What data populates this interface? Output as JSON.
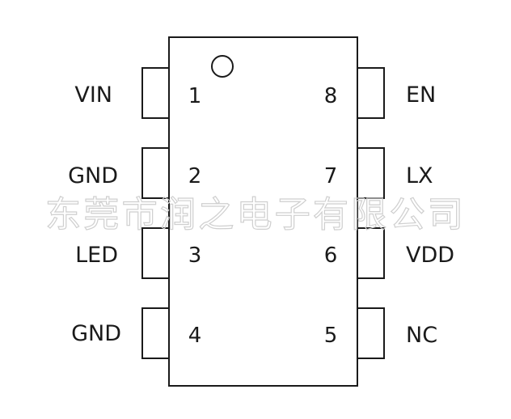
{
  "pins": [
    {
      "number": "1",
      "name": "VIN"
    },
    {
      "number": "2",
      "name": "GND"
    },
    {
      "number": "3",
      "name": "LED"
    },
    {
      "number": "4",
      "name": "GND"
    },
    {
      "number": "5",
      "name": "NC"
    },
    {
      "number": "6",
      "name": "VDD"
    },
    {
      "number": "7",
      "name": "LX"
    },
    {
      "number": "8",
      "name": "EN"
    }
  ],
  "watermark": "东莞市润之电子有限公司",
  "colors": {
    "stroke": "#1a1a1a",
    "watermark": "#cfcfcf",
    "background": "#ffffff"
  }
}
